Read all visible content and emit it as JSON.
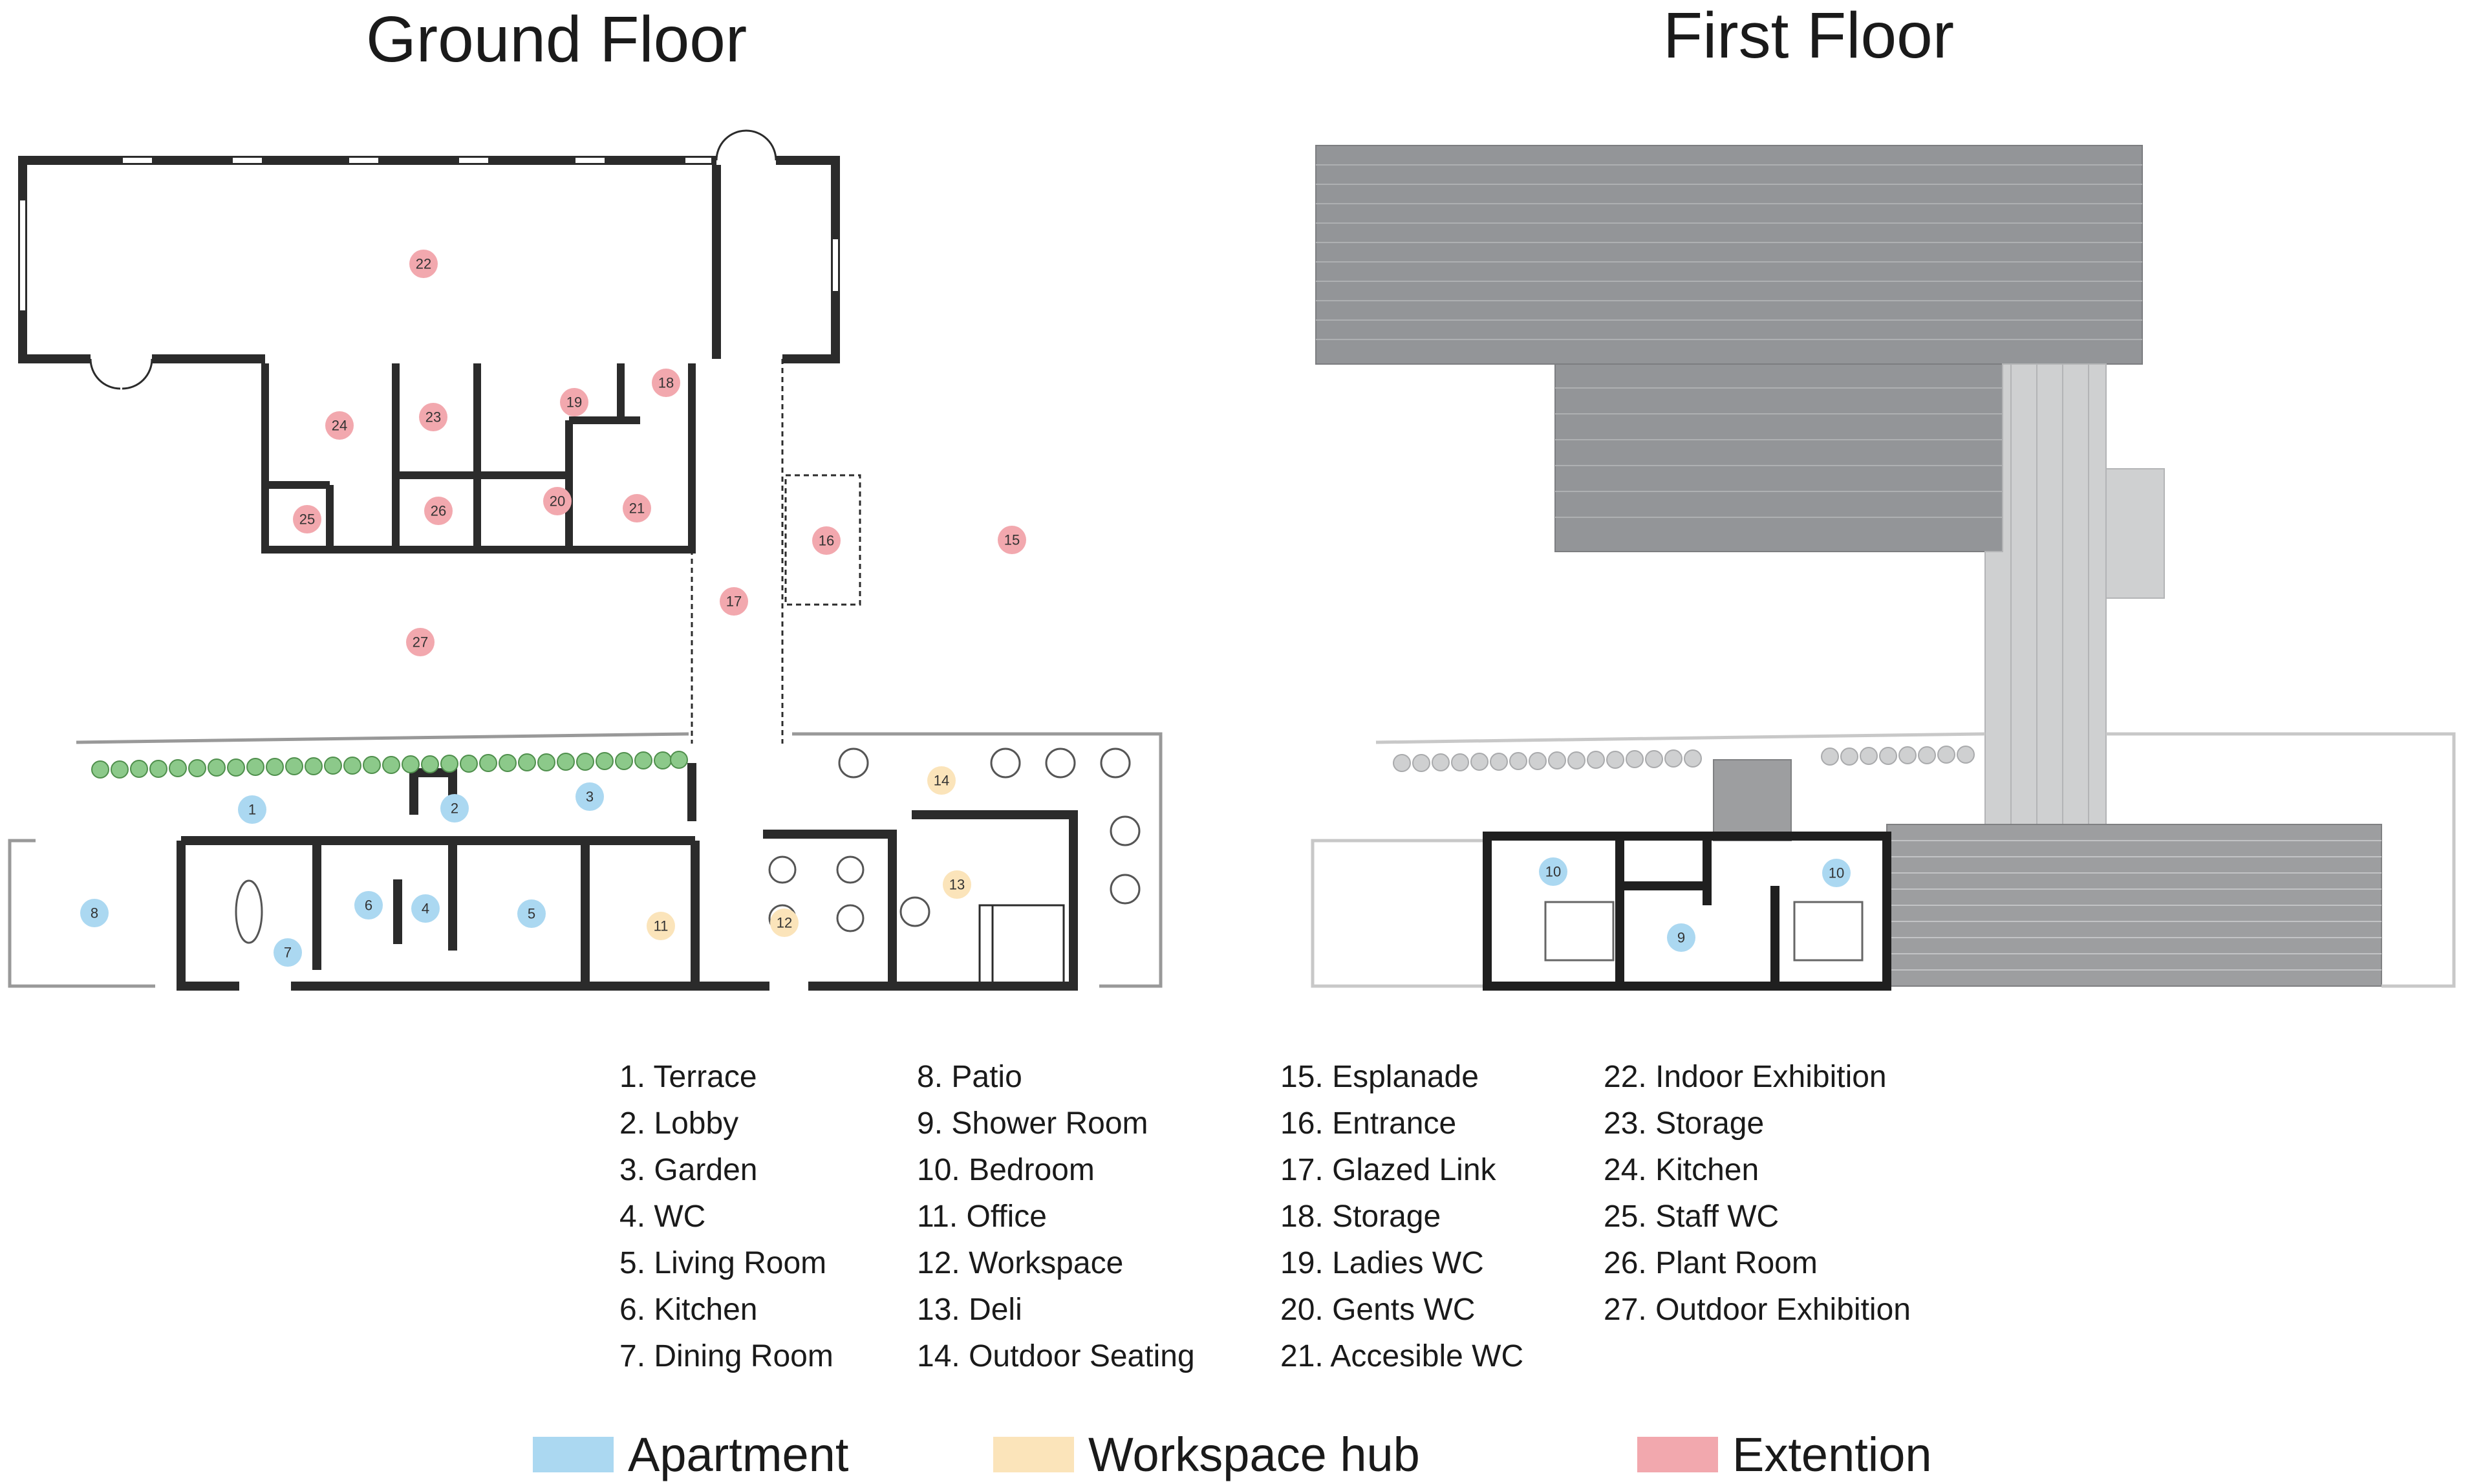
{
  "titles": {
    "ground": "Ground Floor",
    "first": "First Floor"
  },
  "colors": {
    "apartment": "#abd8f1",
    "workspace": "#fbe4ba",
    "extension": "#f2a8ae",
    "wall": "#2b2b2b",
    "roof": "#939598",
    "paving": "#cfd0d1",
    "brick": "#9d9ea0",
    "hedge": "#8cc98a"
  },
  "ground_markers": [
    {
      "num": "1",
      "cat": "apartment"
    },
    {
      "num": "2",
      "cat": "apartment"
    },
    {
      "num": "3",
      "cat": "apartment"
    },
    {
      "num": "4",
      "cat": "apartment"
    },
    {
      "num": "5",
      "cat": "apartment"
    },
    {
      "num": "6",
      "cat": "apartment"
    },
    {
      "num": "7",
      "cat": "apartment"
    },
    {
      "num": "8",
      "cat": "apartment"
    },
    {
      "num": "11",
      "cat": "workspace"
    },
    {
      "num": "12",
      "cat": "workspace"
    },
    {
      "num": "13",
      "cat": "workspace"
    },
    {
      "num": "14",
      "cat": "workspace"
    },
    {
      "num": "15",
      "cat": "extension"
    },
    {
      "num": "16",
      "cat": "extension"
    },
    {
      "num": "17",
      "cat": "extension"
    },
    {
      "num": "18",
      "cat": "extension"
    },
    {
      "num": "19",
      "cat": "extension"
    },
    {
      "num": "20",
      "cat": "extension"
    },
    {
      "num": "21",
      "cat": "extension"
    },
    {
      "num": "22",
      "cat": "extension"
    },
    {
      "num": "23",
      "cat": "extension"
    },
    {
      "num": "24",
      "cat": "extension"
    },
    {
      "num": "25",
      "cat": "extension"
    },
    {
      "num": "26",
      "cat": "extension"
    },
    {
      "num": "27",
      "cat": "extension"
    }
  ],
  "first_markers": [
    {
      "num": "10",
      "cat": "apartment"
    },
    {
      "num": "10",
      "cat": "apartment"
    },
    {
      "num": "9",
      "cat": "apartment"
    }
  ],
  "legend_columns": [
    [
      "1. Terrace",
      "2. Lobby",
      "3. Garden",
      "4. WC",
      "5. Living Room",
      "6. Kitchen",
      "7. Dining Room"
    ],
    [
      "8. Patio",
      "9. Shower Room",
      "10. Bedroom",
      "11. Office",
      "12. Workspace",
      "13. Deli",
      "14. Outdoor Seating"
    ],
    [
      "15. Esplanade",
      "16. Entrance",
      "17. Glazed Link",
      "18. Storage",
      "19. Ladies WC",
      "20. Gents WC",
      "21. Accesible WC"
    ],
    [
      "22. Indoor Exhibition",
      "23. Storage",
      "24. Kitchen",
      "25. Staff WC",
      "26. Plant Room",
      "27. Outdoor Exhibition"
    ]
  ],
  "key": {
    "apartment": "Apartment",
    "workspace": "Workspace hub",
    "extension": "Extention"
  }
}
